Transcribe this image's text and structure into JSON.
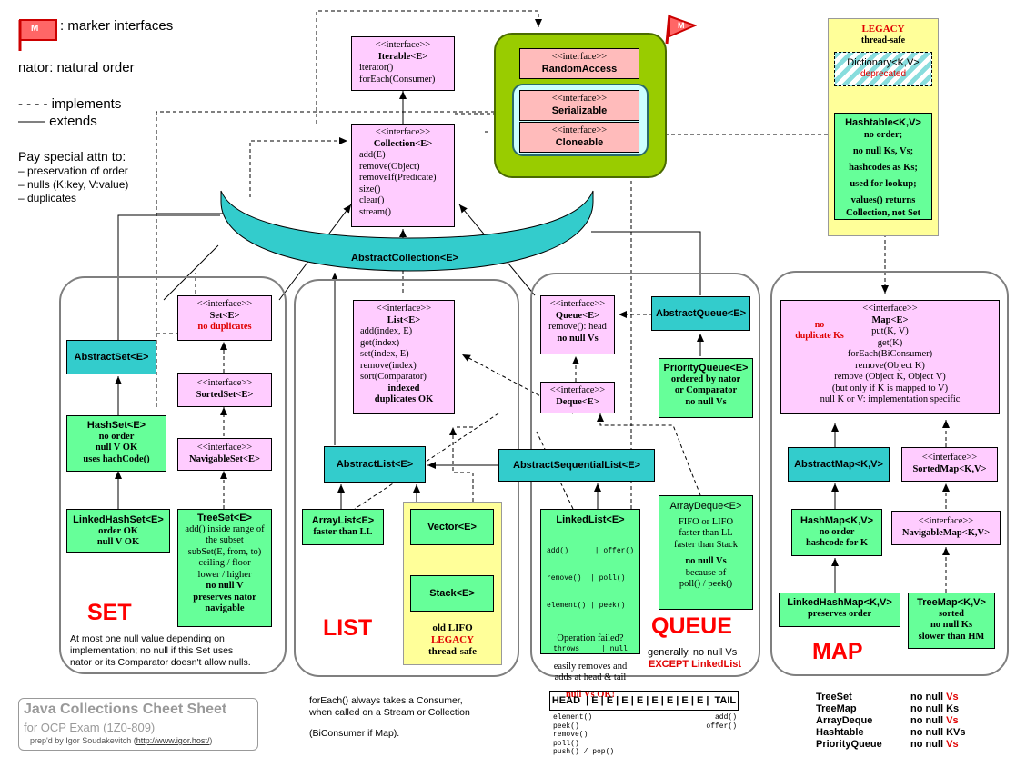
{
  "legend": {
    "flag_text": "M",
    "marker": ": marker interfaces",
    "nator": "nator: natural order",
    "implements": "- - - - implements",
    "extends": "—— extends",
    "attn": "Pay special attn to:",
    "points": [
      "– preservation of order",
      "– nulls (K:key, V:value)",
      "– duplicates"
    ]
  },
  "iterable": {
    "stereo": "<<interface>>",
    "name": "Iterable<E>",
    "methods": [
      "iterator()",
      "forEach(Consumer)"
    ]
  },
  "collection": {
    "stereo": "<<interface>>",
    "name": "Collection<E>",
    "methods": [
      "add(E)",
      "remove(Object)",
      "removeIf(Predicate)",
      "size()",
      "clear()",
      "stream()"
    ]
  },
  "abstract_collection": "AbstractCollection<E>",
  "marker_group": {
    "random_access": {
      "stereo": "<<interface>>",
      "name": "RandomAccess"
    },
    "serializable": {
      "stereo": "<<interface>>",
      "name": "Serializable"
    },
    "cloneable": {
      "stereo": "<<interface>>",
      "name": "Cloneable"
    }
  },
  "legacy_map": {
    "legacy": "LEGACY",
    "thread_safe": "thread-safe",
    "dictionary": "Dictionary<K,V>",
    "deprecated": "deprecated",
    "hashtable": "Hashtable<K,V>",
    "lines": [
      "no order;",
      "no null Ks, Vs;",
      "hashcodes as Ks;",
      "used for lookup;",
      "values() returns",
      "Collection, not Set"
    ]
  },
  "set_group": {
    "title": "SET",
    "set_iface": {
      "stereo": "<<interface>>",
      "name": "Set<E>",
      "note": "no duplicates"
    },
    "sorted_set": {
      "stereo": "<<interface>>",
      "name": "SortedSet<E>"
    },
    "navigable_set": {
      "stereo": "<<interface>>",
      "name": "NavigableSet<E>"
    },
    "abstract_set": "AbstractSet<E>",
    "hash_set": {
      "name": "HashSet<E>",
      "lines": [
        "no order",
        "null V OK",
        "uses hachCode()"
      ]
    },
    "linked_hash_set": {
      "name": "LinkedHashSet<E>",
      "lines": [
        "order OK",
        "null V OK"
      ]
    },
    "tree_set": {
      "name": "TreeSet<E>",
      "lines": [
        "add() inside range of",
        "the subset",
        "subSet(E, from, to)",
        "ceiling / floor",
        "lower / higher"
      ],
      "bold_lines": [
        "no null V",
        "preserves nator",
        "navigable"
      ]
    },
    "note": [
      "At most one null value depending on",
      "implementation; no null if this Set uses",
      "nator or its Comparator doesn't allow nulls."
    ]
  },
  "list_group": {
    "title": "LIST",
    "list_iface": {
      "stereo": "<<interface>>",
      "name": "List<E>",
      "methods": [
        "add(index, E)",
        "get(index)",
        "set(index, E)",
        "remove(index)",
        "sort(Comparator)"
      ],
      "bold_lines": [
        "indexed",
        "duplicates OK"
      ]
    },
    "abstract_list": "AbstractList<E>",
    "array_list": {
      "name": "ArrayList<E>",
      "lines": [
        "faster than LL"
      ]
    },
    "vector": "Vector<E>",
    "stack": "Stack<E>",
    "legacy_lines": [
      "old LIFO",
      "LEGACY",
      "thread-safe"
    ]
  },
  "queue_group": {
    "title": "QUEUE",
    "queue_iface": {
      "stereo": "<<interface>>",
      "name": "Queue<E>",
      "lines": [
        "remove(): head",
        "no null Vs"
      ]
    },
    "deque_iface": {
      "stereo": "<<interface>>",
      "name": "Deque<E>"
    },
    "abstract_queue": "AbstractQueue<E>",
    "priority_queue": {
      "name": "PriorityQueue<E>",
      "lines": [
        "ordered by nator",
        "or Comparator",
        "no null Vs"
      ]
    },
    "abstract_sequential_list": "AbstractSequentialList<E>",
    "linked_list": {
      "name": "LinkedList<E>",
      "mono": [
        "add()      | offer()",
        "remove()  | poll()",
        "element() | peek()"
      ],
      "failed": "Operation failed?",
      "mono2": "throws     | null",
      "lines": [
        "easily removes and",
        "adds at head & tail"
      ],
      "red": "null Vs OK!"
    },
    "array_deque": {
      "name": "ArrayDeque<E>",
      "lines": [
        "FIFO or LIFO",
        "faster than LL",
        "faster than Stack"
      ],
      "bold_lines": [
        "no null Vs",
        "because of",
        "poll() / peek()"
      ]
    },
    "note": "generally, no null Vs",
    "note_red": "EXCEPT LinkedList"
  },
  "map_group": {
    "title": "MAP",
    "map_iface": {
      "stereo": "<<interface>>",
      "name": "Map<E>",
      "side_red": [
        "no",
        "duplicate Ks"
      ],
      "lines": [
        "put(K, V)",
        "get(K)",
        "forEach(BiConsumer)",
        "remove(Object K)",
        "remove (Object K, Object V)",
        "(but only if K is mapped to V)",
        "null K or V: implementation specific"
      ]
    },
    "abstract_map": "AbstractMap<K,V>",
    "sorted_map": {
      "stereo": "<<interface>>",
      "name": "SortedMap<K,V>"
    },
    "navigable_map": {
      "stereo": "<<interface>>",
      "name": "NavigableMap<K,V>"
    },
    "hash_map": {
      "name": "HashMap<K,V>",
      "lines": [
        "no order",
        "hashcode for K"
      ]
    },
    "linked_hash_map": {
      "name": "LinkedHashMap<K,V>",
      "lines": [
        "preserves order"
      ]
    },
    "tree_map": {
      "name": "TreeMap<K,V>",
      "lines": [
        "sorted",
        "no null Ks",
        "slower than HM"
      ]
    }
  },
  "footer": {
    "title": "Java Collections Cheet Sheet",
    "subtitle": "for OCP Exam (1Z0-809)",
    "credit": "prep'd by Igor Soudakevitch (",
    "credit_link": "http://www.igor.host/",
    "credit_end": ")",
    "foreach": [
      "forEach() always takes a Consumer,",
      "when called on a Stream or Collection",
      "(BiConsumer if Map)."
    ],
    "head_tail": "HEAD  | E | E | E | E | E | E | E | E |  TAIL",
    "head_methods": [
      "element()",
      "peek()",
      "remove()",
      "poll()",
      "push() / pop()"
    ],
    "tail_methods": [
      "add()",
      "offer()"
    ],
    "nulls_table": [
      {
        "cls": "TreeSet",
        "rule": "no null ",
        "red": "Vs"
      },
      {
        "cls": "TreeMap",
        "rule": "no null Ks",
        "red": ""
      },
      {
        "cls": "ArrayDeque",
        "rule": "no null ",
        "red": "Vs"
      },
      {
        "cls": "Hashtable",
        "rule": "no null KVs",
        "red": ""
      },
      {
        "cls": "PriorityQueue",
        "rule": "no null ",
        "red": "Vs"
      }
    ]
  }
}
